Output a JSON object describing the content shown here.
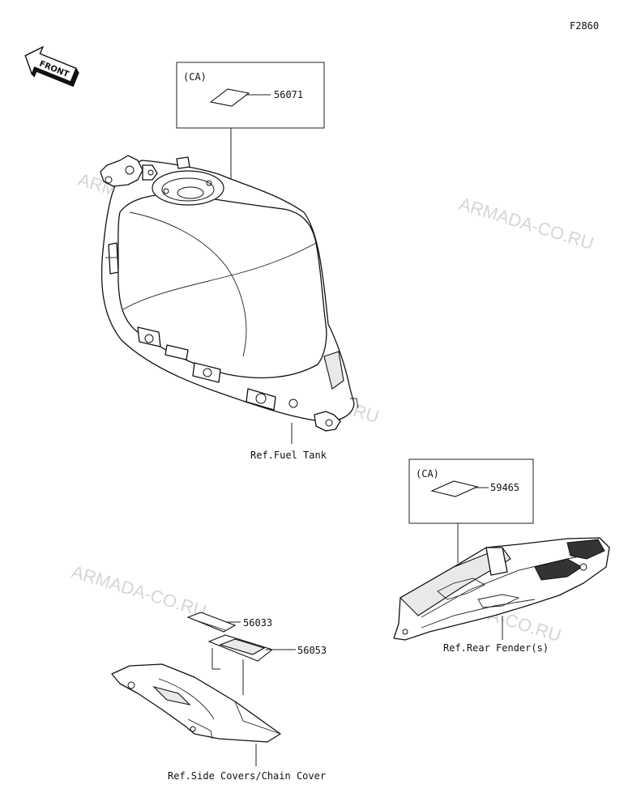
{
  "figure_code": "F2860",
  "front_label": "FRONT",
  "watermark": "ARMADA-CO.RU",
  "callouts": [
    {
      "id": "ca-fuel",
      "region_label": "(CA)",
      "part_number": "56071"
    },
    {
      "id": "ca-fender",
      "region_label": "(CA)",
      "part_number": "59465"
    }
  ],
  "parts": {
    "p56033": "56033",
    "p56053": "56053"
  },
  "references": {
    "fuel_tank": "Ref.Fuel Tank",
    "rear_fender": "Ref.Rear Fender(s)",
    "side_covers": "Ref.Side Covers/Chain Cover"
  }
}
